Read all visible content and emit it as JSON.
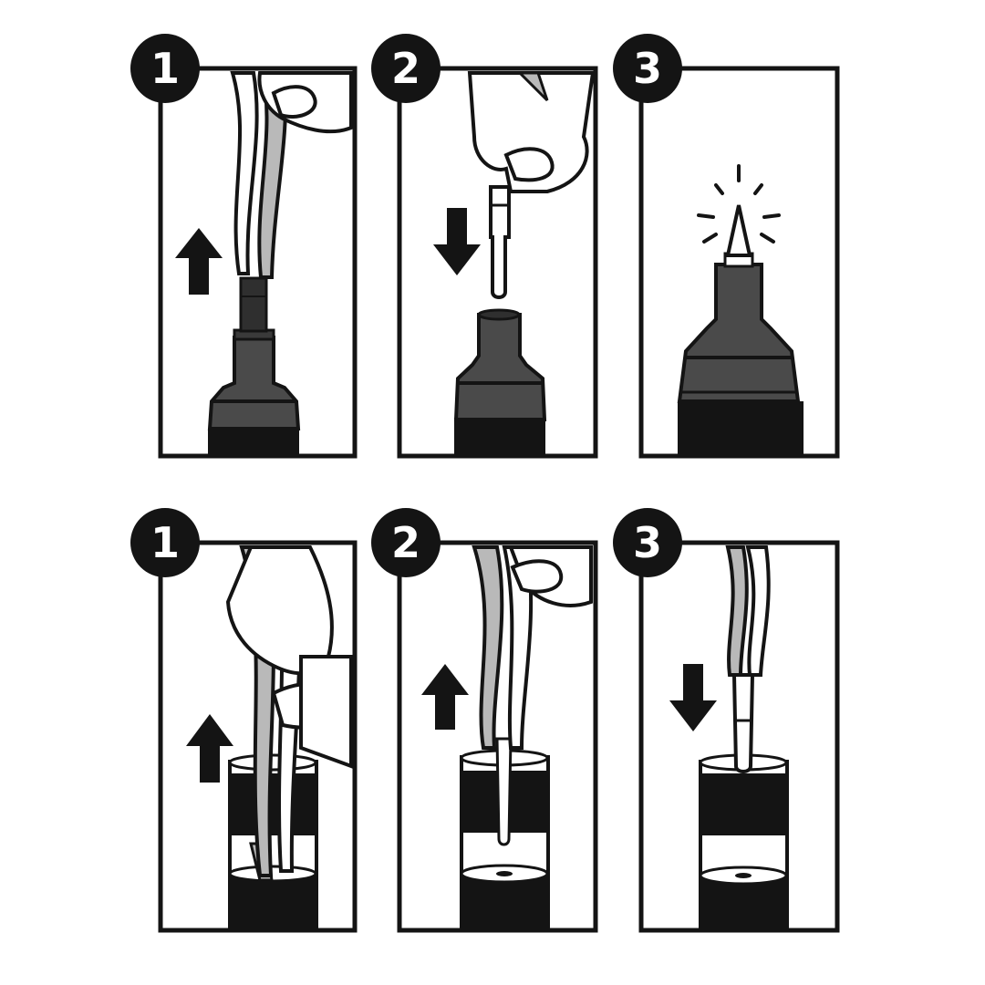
{
  "colors": {
    "ink": "#141414",
    "dark_fill": "#2f2f2f",
    "mid_fill": "#4a4a4a",
    "paper": "#ffffff",
    "tool_gray": "#b9b9b9"
  },
  "rows": [
    {
      "id": "tip-replacement",
      "steps": [
        {
          "number": "1",
          "arrow": "up-arrow-icon",
          "scene": "pull-worn-tip-with-tweezers"
        },
        {
          "number": "2",
          "arrow": "down-arrow-icon",
          "scene": "insert-new-tip"
        },
        {
          "number": "3",
          "arrow": "",
          "scene": "new-tip-installed"
        }
      ]
    },
    {
      "id": "refill-replacement",
      "steps": [
        {
          "number": "1",
          "arrow": "up-arrow-icon",
          "scene": "pull-old-refill-with-tweezers"
        },
        {
          "number": "2",
          "arrow": "up-arrow-icon",
          "scene": "remove-inner-core"
        },
        {
          "number": "3",
          "arrow": "down-arrow-icon",
          "scene": "insert-new-refill"
        }
      ]
    }
  ]
}
